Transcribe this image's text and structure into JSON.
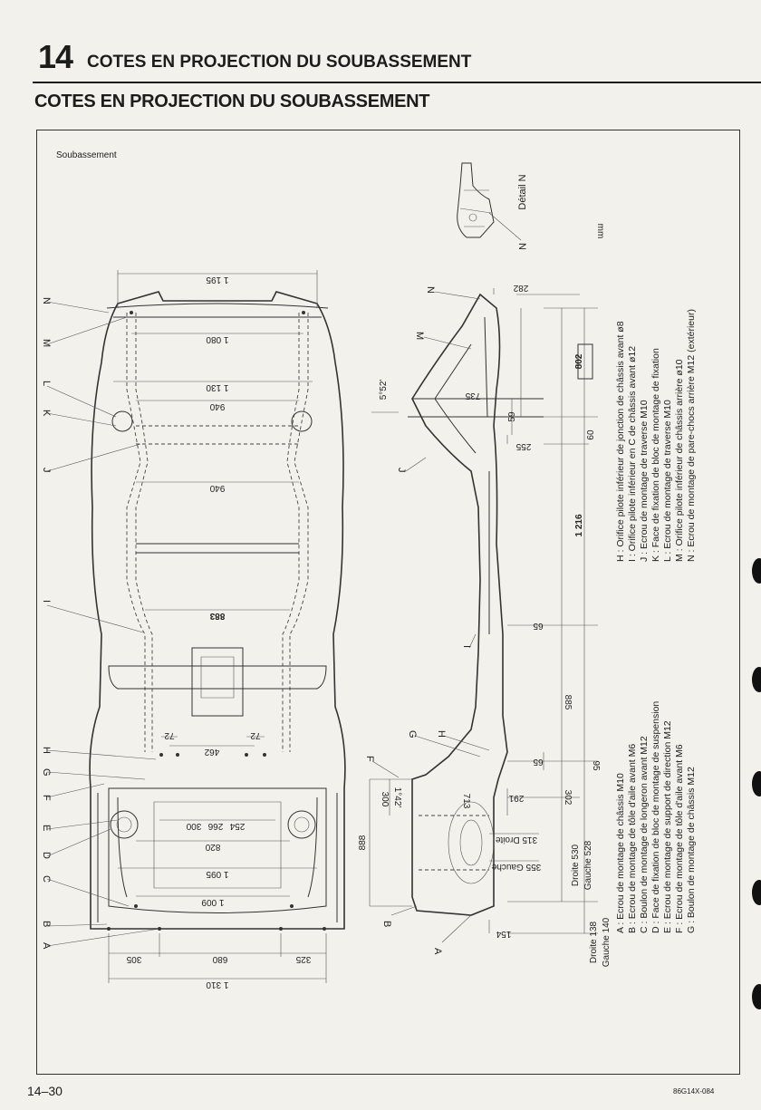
{
  "header": {
    "chapter_number": "14",
    "chapter_title": "COTES EN PROJECTION DU SOUBASSEMENT"
  },
  "section_title": "COTES EN PROJECTION DU SOUBASSEMENT",
  "frame_label": "Soubassement",
  "page_number": "14–30",
  "reference_code": "86G14X-084",
  "unit": "mm",
  "detail_label": "Détail N",
  "detail_letter": "N",
  "plan_letters": [
    "N",
    "M",
    "L",
    "K",
    "J",
    "I",
    "H",
    "G",
    "F",
    "E",
    "D",
    "C",
    "B",
    "A"
  ],
  "side_letters": [
    "N",
    "M",
    "J",
    "I",
    "H",
    "G",
    "F",
    "B",
    "A"
  ],
  "plan_dims": {
    "d1195": "1 195",
    "d1080": "1 080",
    "d1130": "1 130",
    "d940a": "940",
    "d940b": "940",
    "d883": "883",
    "d72a": "72",
    "d72b": "72",
    "d462": "462",
    "d300": "300",
    "d266": "266",
    "d254": "254",
    "d820": "820",
    "d1095": "1 095",
    "d1009": "1 009",
    "d305": "305",
    "d680": "680",
    "d325": "325",
    "d1310": "1 310"
  },
  "side_dims": {
    "d282": "282",
    "d802": "802",
    "d735": "735",
    "d552": "5°52'",
    "d59": "59",
    "d60": "60",
    "d255": "255",
    "d1216": "1 216",
    "d65a": "65",
    "d885": "885",
    "d65b": "65",
    "d95": "95",
    "d291": "291",
    "d302": "302",
    "d713": "713",
    "d300s": "300",
    "d142": "1°42'",
    "d315": "315 Droite",
    "d355": "355 Gauche",
    "d888": "888",
    "d530": "Droite 530",
    "d528": "Gauche 528",
    "d154": "154",
    "d138": "Droite 138",
    "d140": "Gauche 140"
  },
  "legend_left": [
    "A : Ecrou de montage de châssis M10",
    "B : Ecrou de montage de tôle d'aile avant M6",
    "C : Boulon de montage de longeron avant M12",
    "D : Face de fixation de bloc de montage de suspension",
    "E : Ecrou de montage de support de direction M12",
    "F : Ecrou de montage de tôle d'aile avant M6",
    "G : Boulon de montage de châssis M12"
  ],
  "legend_right": [
    "H : Orifice pilote inférieur de jonction de châssis avant ø8",
    "I : Orifice pilote inférieur en C de châssis avant ø12",
    "J : Ecrou de montage de traverse M10",
    "K : Face de fixation de bloc de montage de fixation",
    "L : Ecrou de montage de traverse M10",
    "M : Orifice pilote inférieur de châssis arrière ø10",
    "N : Ecrou de montage de pare-chocs arrière M12 (extérieur)"
  ]
}
